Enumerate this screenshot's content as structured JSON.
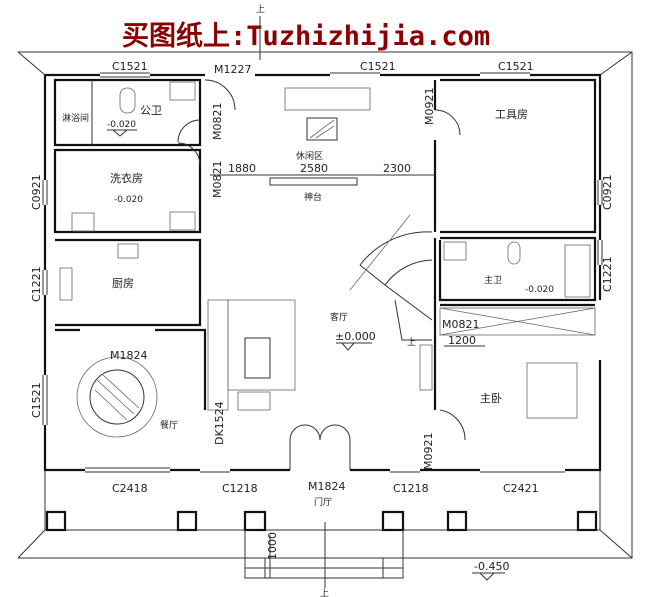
{
  "watermark": "买图纸上:Tuzhizhijia.com",
  "colors": {
    "watermark": "#8b0000",
    "lines": "#111111"
  },
  "rooms": {
    "public_wc": "公卫",
    "shower": "淋浴间",
    "laundry": "洗衣房",
    "kitchen": "厨房",
    "dining": "餐厅",
    "leisure": "休闲区",
    "shrine": "神台",
    "living": "客厅",
    "tool_room": "工具房",
    "master_bath": "主卫",
    "master_bed": "主卧",
    "foyer": "门厅"
  },
  "elevations": {
    "wc": "-0.020",
    "laundry": "-0.020",
    "master_bath": "-0.020",
    "living": "±0.000",
    "outside": "-0.450"
  },
  "windows": {
    "top_left": "C1521",
    "top_mid": "C1521",
    "top_right": "C1521",
    "left_1": "C0921",
    "left_2": "C1221",
    "left_3": "C1521",
    "right_1": "C0921",
    "right_2": "C1221",
    "bottom_1": "C2418",
    "bottom_2": "C1218",
    "bottom_3": "C1218",
    "bottom_4": "C2421"
  },
  "doors": {
    "top": "M1227",
    "wc": "M0821",
    "laundry": "M0821",
    "tool": "M0921",
    "dining": "M1824",
    "opening": "DK1524",
    "master_bath": "M0821",
    "master_bed": "M0921",
    "main": "M1824"
  },
  "dimensions": {
    "d1": "1880",
    "d2": "2580",
    "d3": "2300",
    "master_bath_width": "1200",
    "step": "1000"
  },
  "arrows": {
    "up": "上"
  }
}
